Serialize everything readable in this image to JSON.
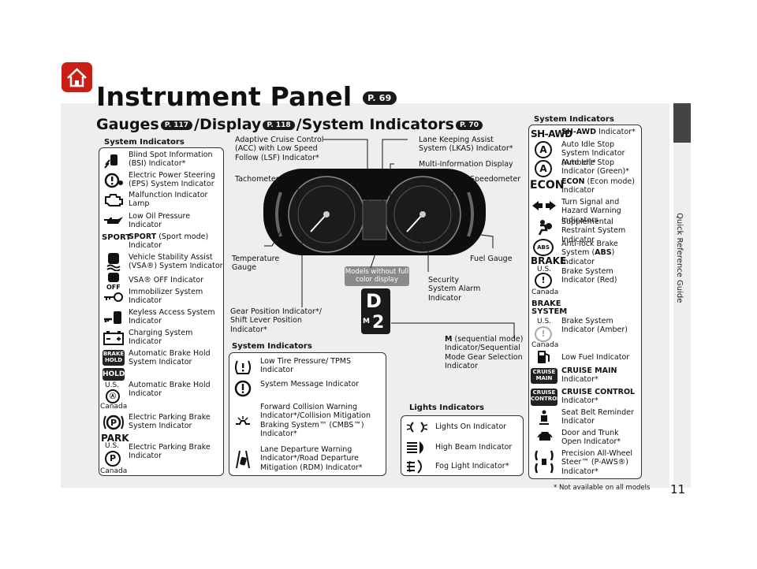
{
  "header": {
    "title": "Instrument Panel",
    "title_ref": "P. 69",
    "subtitle_1": "Gauges",
    "ref_1": "P. 117",
    "subtitle_2": "/Display",
    "ref_2": "P. 118",
    "subtitle_3": "/System Indicators",
    "ref_3": "P. 70"
  },
  "side_tab": {
    "label": "Quick Reference Guide"
  },
  "page_number": "11",
  "footnote": "* Not available on all models",
  "left_system": {
    "heading": "System Indicators",
    "items": {
      "bsi": "Blind Spot Information (BSI) Indicator*",
      "eps": "Electric Power Steering (EPS) System Indicator",
      "mil": "Malfunction Indicator Lamp",
      "oil": "Low Oil Pressure Indicator",
      "sport_bold": "SPORT",
      "sport": " (Sport mode) Indicator",
      "vsa": "Vehicle Stability Assist (VSA®) System Indicator",
      "vsa_off": "VSA® OFF Indicator",
      "immob": "Immobilizer System Indicator",
      "keyless": "Keyless Access System Indicator",
      "charging": "Charging System Indicator",
      "abh": "Automatic Brake Hold System Indicator",
      "abh2": "Automatic Brake Hold Indicator",
      "epb": "Electric Parking Brake System Indicator",
      "epb2": "Electric Parking Brake Indicator"
    },
    "icon_text": {
      "sport": "SPORT",
      "brake_hold": "BRAKE HOLD",
      "hold": "HOLD",
      "park": "PARK",
      "off": "OFF"
    },
    "region_us": "U.S.",
    "region_canada": "Canada"
  },
  "callouts": {
    "acc": "Adaptive Cruise Control (ACC) with Low Speed Follow (LSF) Indicator*",
    "lkas": "Lane Keeping Assist System (LKAS) Indicator*",
    "mid": "Multi-Information Display",
    "tachometer": "Tachometer",
    "speedometer": "Speedometer",
    "temp": "Temperature Gauge",
    "fuel": "Fuel Gauge",
    "security": "Security System Alarm Indicator",
    "gear": "Gear Position Indicator*/ Shift Lever Position Indicator*",
    "m_mode_bold": "M",
    "m_mode": " (sequential mode) Indicator/Sequential Mode Gear Selection Indicator",
    "models_without": "Models without full color display",
    "gear_d": "D",
    "gear_m": "M",
    "gear_2": "2"
  },
  "mid_system": {
    "heading": "System Indicators",
    "tpms": "Low Tire Pressure/ TPMS Indicator",
    "msg": "System Message Indicator",
    "fcw": "Forward Collision Warning Indicator*/Collision Mitigation Braking System™ (CMBS™) Indicator*",
    "ldw": "Lane Departure Warning Indicator*/Road Departure Mitigation (RDM) Indicator*"
  },
  "lights": {
    "heading": "Lights Indicators",
    "on": "Lights On Indicator",
    "high": "High Beam Indicator",
    "fog": "Fog Light Indicator*"
  },
  "right_system": {
    "heading": "System Indicators",
    "shawd_bold": "SH-AWD",
    "shawd": " Indicator*",
    "shawd_icon": "SH-AWD",
    "idle_amber": "Auto Idle Stop System Indicator (Amber)*",
    "idle_green": "Auto Idle Stop Indicator (Green)*",
    "econ_bold": "ECON",
    "econ": " (Econ mode) Indicator",
    "econ_icon": "ECON",
    "turn": "Turn Signal and Hazard Warning Indicators",
    "srs": "Supplemental Restraint System Indicator",
    "abs_pre": "Anti-lock Brake System (",
    "abs_bold": "ABS",
    "abs_post": ") Indicator",
    "abs_icon": "ABS",
    "brake_icon": "BRAKE",
    "brake_red": "Brake System Indicator (Red)",
    "brake_system_icon": "BRAKE SYSTEM",
    "brake_amber": "Brake System Indicator (Amber)",
    "fuel": "Low Fuel Indicator",
    "cruise_main_bold": "CRUISE MAIN",
    "cruise_main": " Indicator*",
    "cruise_main_icon": "CRUISE MAIN",
    "cruise_ctrl_bold": "CRUISE CONTROL",
    "cruise_ctrl": " Indicator*",
    "cruise_ctrl_icon": "CRUISE CONTROL",
    "seatbelt": "Seat Belt Reminder Indicator",
    "door": "Door and Trunk Open Indicator*",
    "paws": "Precision All-Wheel Steer™ (P-AWS®) Indicator*",
    "region_us": "U.S.",
    "region_canada": "Canada"
  }
}
